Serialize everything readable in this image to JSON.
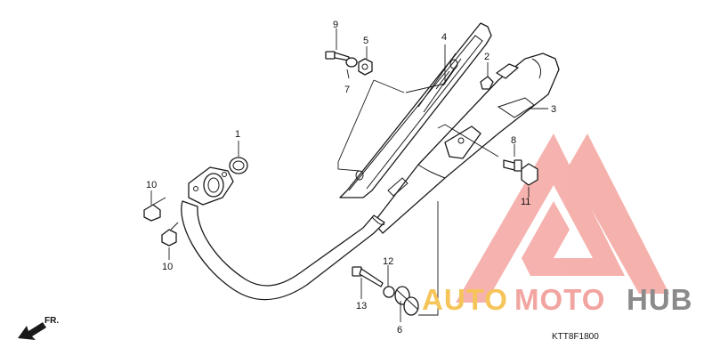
{
  "diagram": {
    "code": "KTT8F1800",
    "direction_label": "FR.",
    "callouts": {
      "c1": "1",
      "c2": "2",
      "c3": "3",
      "c4": "4",
      "c5": "5",
      "c6": "6",
      "c7": "7",
      "c8": "8",
      "c9": "9",
      "c10a": "10",
      "c10b": "10",
      "c11": "11",
      "c12": "12",
      "c13": "13"
    }
  },
  "watermark": {
    "text_auto": "AUTO",
    "text_moto": "MOTO",
    "text_hub": "HUB",
    "colors": {
      "auto": "#f5c55a",
      "moto": "#f2a5a0",
      "hub": "#8a8a8a",
      "triangle": "#f2a5a0"
    }
  }
}
